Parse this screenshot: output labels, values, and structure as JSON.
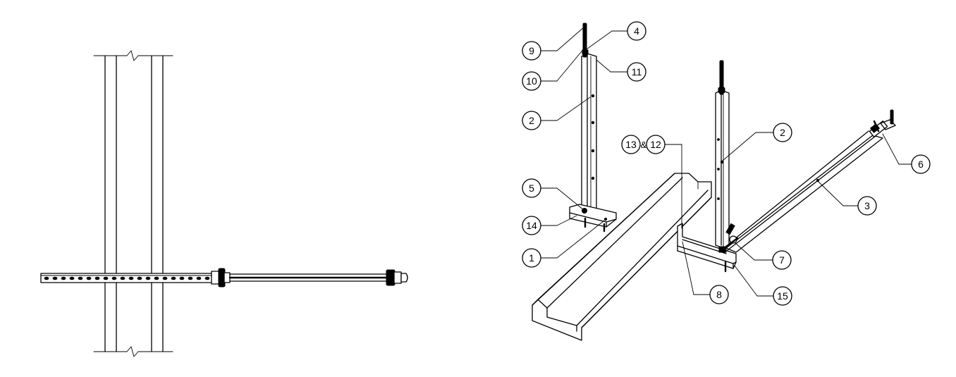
{
  "callouts": [
    {
      "id": "callout-1",
      "label": "1"
    },
    {
      "id": "callout-2-left",
      "label": "2"
    },
    {
      "id": "callout-2-right",
      "label": "2"
    },
    {
      "id": "callout-3",
      "label": "3"
    },
    {
      "id": "callout-4",
      "label": "4"
    },
    {
      "id": "callout-5",
      "label": "5"
    },
    {
      "id": "callout-6",
      "label": "6"
    },
    {
      "id": "callout-7",
      "label": "7"
    },
    {
      "id": "callout-8",
      "label": "8"
    },
    {
      "id": "callout-9",
      "label": "9"
    },
    {
      "id": "callout-10",
      "label": "10"
    },
    {
      "id": "callout-11",
      "label": "11"
    },
    {
      "id": "callout-12",
      "label": "12"
    },
    {
      "id": "callout-13",
      "label": "13"
    },
    {
      "id": "callout-14",
      "label": "14"
    },
    {
      "id": "callout-15",
      "label": "15"
    }
  ],
  "ampersand": "&",
  "colors": {
    "line": "#000000",
    "background": "#ffffff"
  }
}
